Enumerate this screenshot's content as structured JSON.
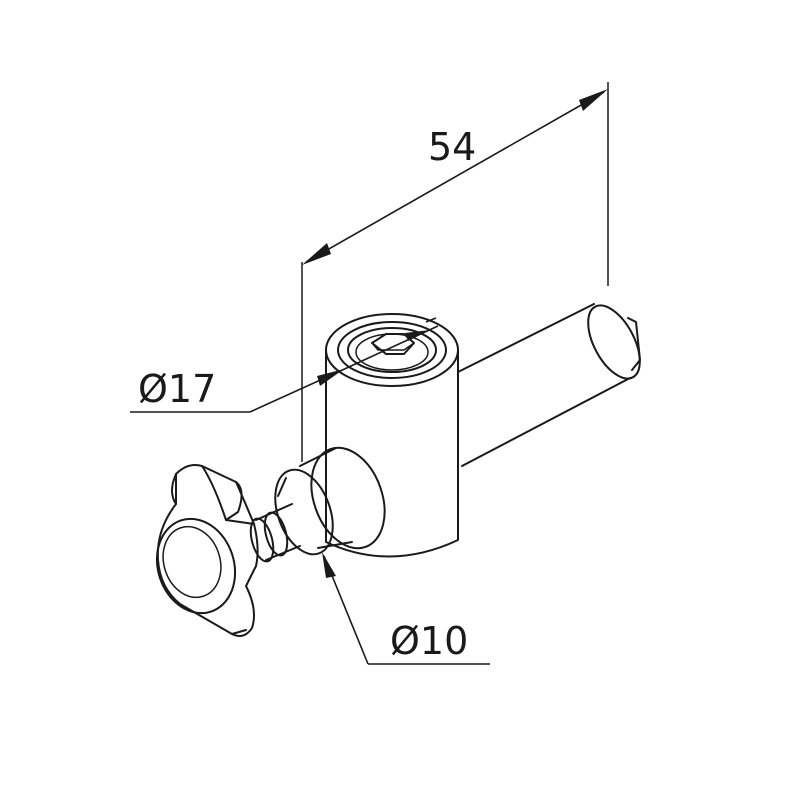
{
  "dimensions": {
    "length": "54",
    "head_diameter": "Ø17",
    "shank_diameter": "Ø10"
  },
  "colors": {
    "line": "#1a1a1a",
    "background": "#ffffff"
  }
}
